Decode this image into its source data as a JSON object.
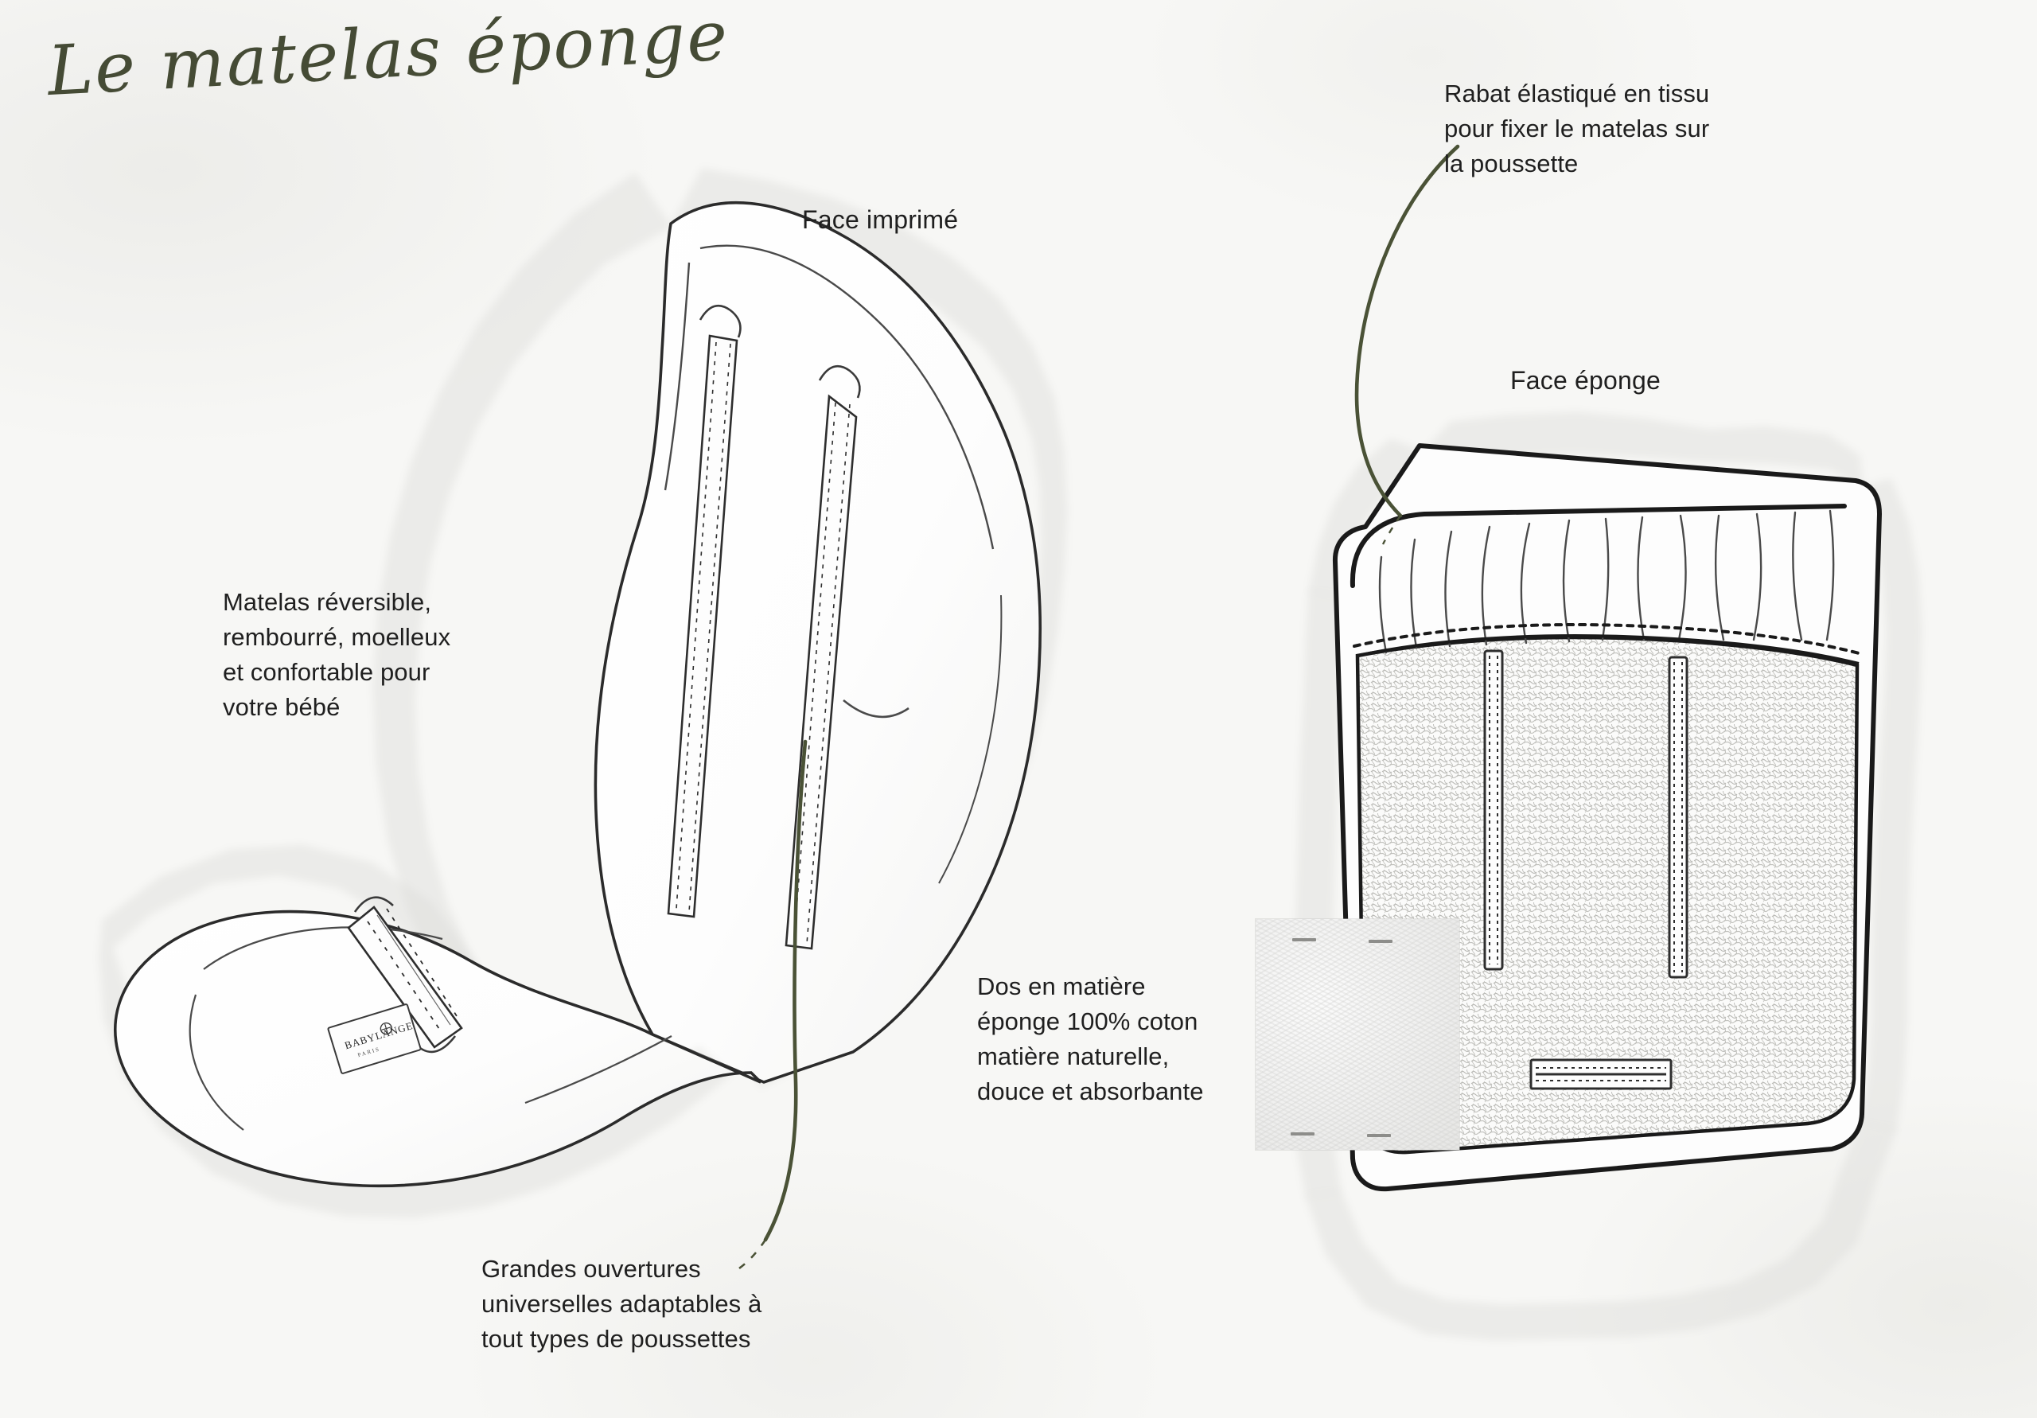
{
  "page": {
    "background_color": "#f7f7f5",
    "ink_color": "#1f1f1f",
    "accent_color": "#4a5236",
    "title": "Le matelas éponge"
  },
  "callouts": {
    "printed_face": "Face imprimé",
    "sponge_face": "Face éponge"
  },
  "notes": {
    "reversible": "Matelas réversible,\nrembourré, moelleux\net confortable pour\nvotre bébé",
    "openings": "Grandes ouvertures\nuniverselles adaptables à\ntout types de poussettes",
    "back_material": "Dos en matière\néponge 100% coton\nmatière naturelle,\ndouce et absorbante",
    "elastic_flap": "Rabat élastiqué en tissu\npour fixer le matelas sur\nla poussette"
  },
  "brand_label": {
    "name": "BABYLANGE",
    "city": "PARIS"
  },
  "illustrations": {
    "left": {
      "name": "printed-face-mattress",
      "description": "Matelas vu de trois-quarts, face imprimée, assise repliée",
      "features": [
        "ruffle-border",
        "two-vertical-harness-slots",
        "diagonal-seat-slot",
        "brand-label"
      ]
    },
    "right": {
      "name": "sponge-face-mattress",
      "description": "Matelas à plat, face éponge texturée avec rabat élastiqué",
      "features": [
        "ruffle-border",
        "elasticated-gathered-flap",
        "two-vertical-harness-slots",
        "horizontal-bottom-slot",
        "terry-texture"
      ]
    }
  },
  "swatch": {
    "name": "fabric-swatch-photo",
    "material": "éponge 100% coton"
  }
}
